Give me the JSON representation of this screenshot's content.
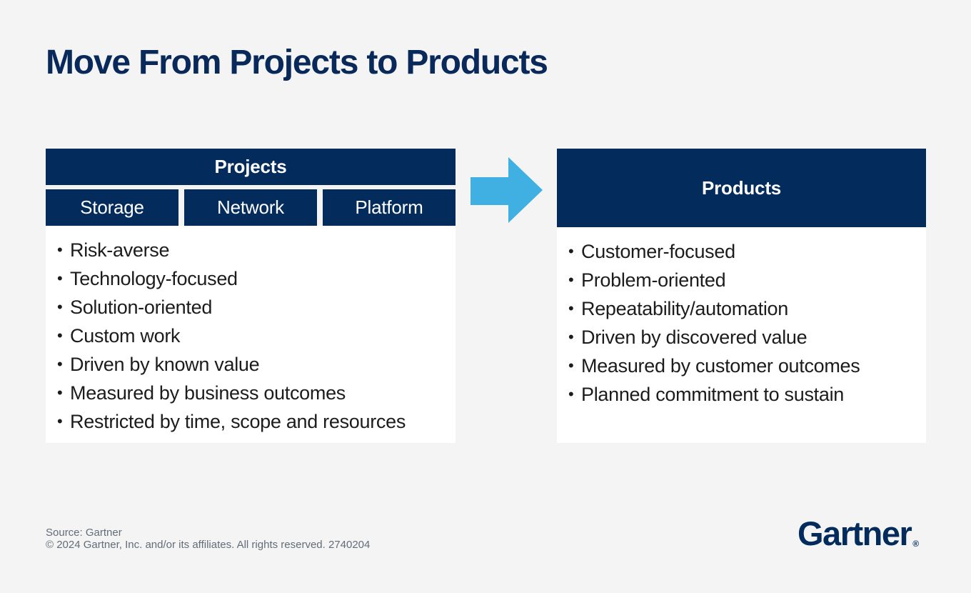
{
  "page": {
    "title": "Move From Projects to Products",
    "colors": {
      "background": "#f4f4f5",
      "navy": "#032b5c",
      "arrow_blue": "#40b0e2",
      "body_text": "#1c1c1c",
      "footer_gray": "#636d76"
    }
  },
  "left_panel": {
    "header": "Projects",
    "sub_headers": {
      "0": "Storage",
      "1": "Network",
      "2": "Platform"
    },
    "bullets": {
      "0": "Risk-averse",
      "1": "Technology-focused",
      "2": "Solution-oriented",
      "3": "Custom work",
      "4": "Driven by known value",
      "5": "Measured by business outcomes",
      "6": "Restricted by time, scope and resources"
    }
  },
  "right_panel": {
    "header": "Products",
    "bullets": {
      "0": "Customer-focused",
      "1": "Problem-oriented",
      "2": "Repeatability/automation",
      "3": "Driven by discovered value",
      "4": "Measured by customer outcomes",
      "5": "Planned commitment to sustain"
    }
  },
  "footer": {
    "source": "Source: Gartner",
    "copyright": "© 2024 Gartner, Inc. and/or its affiliates. All rights reserved. 2740204",
    "logo": "Gartner",
    "logo_registered": "®"
  }
}
